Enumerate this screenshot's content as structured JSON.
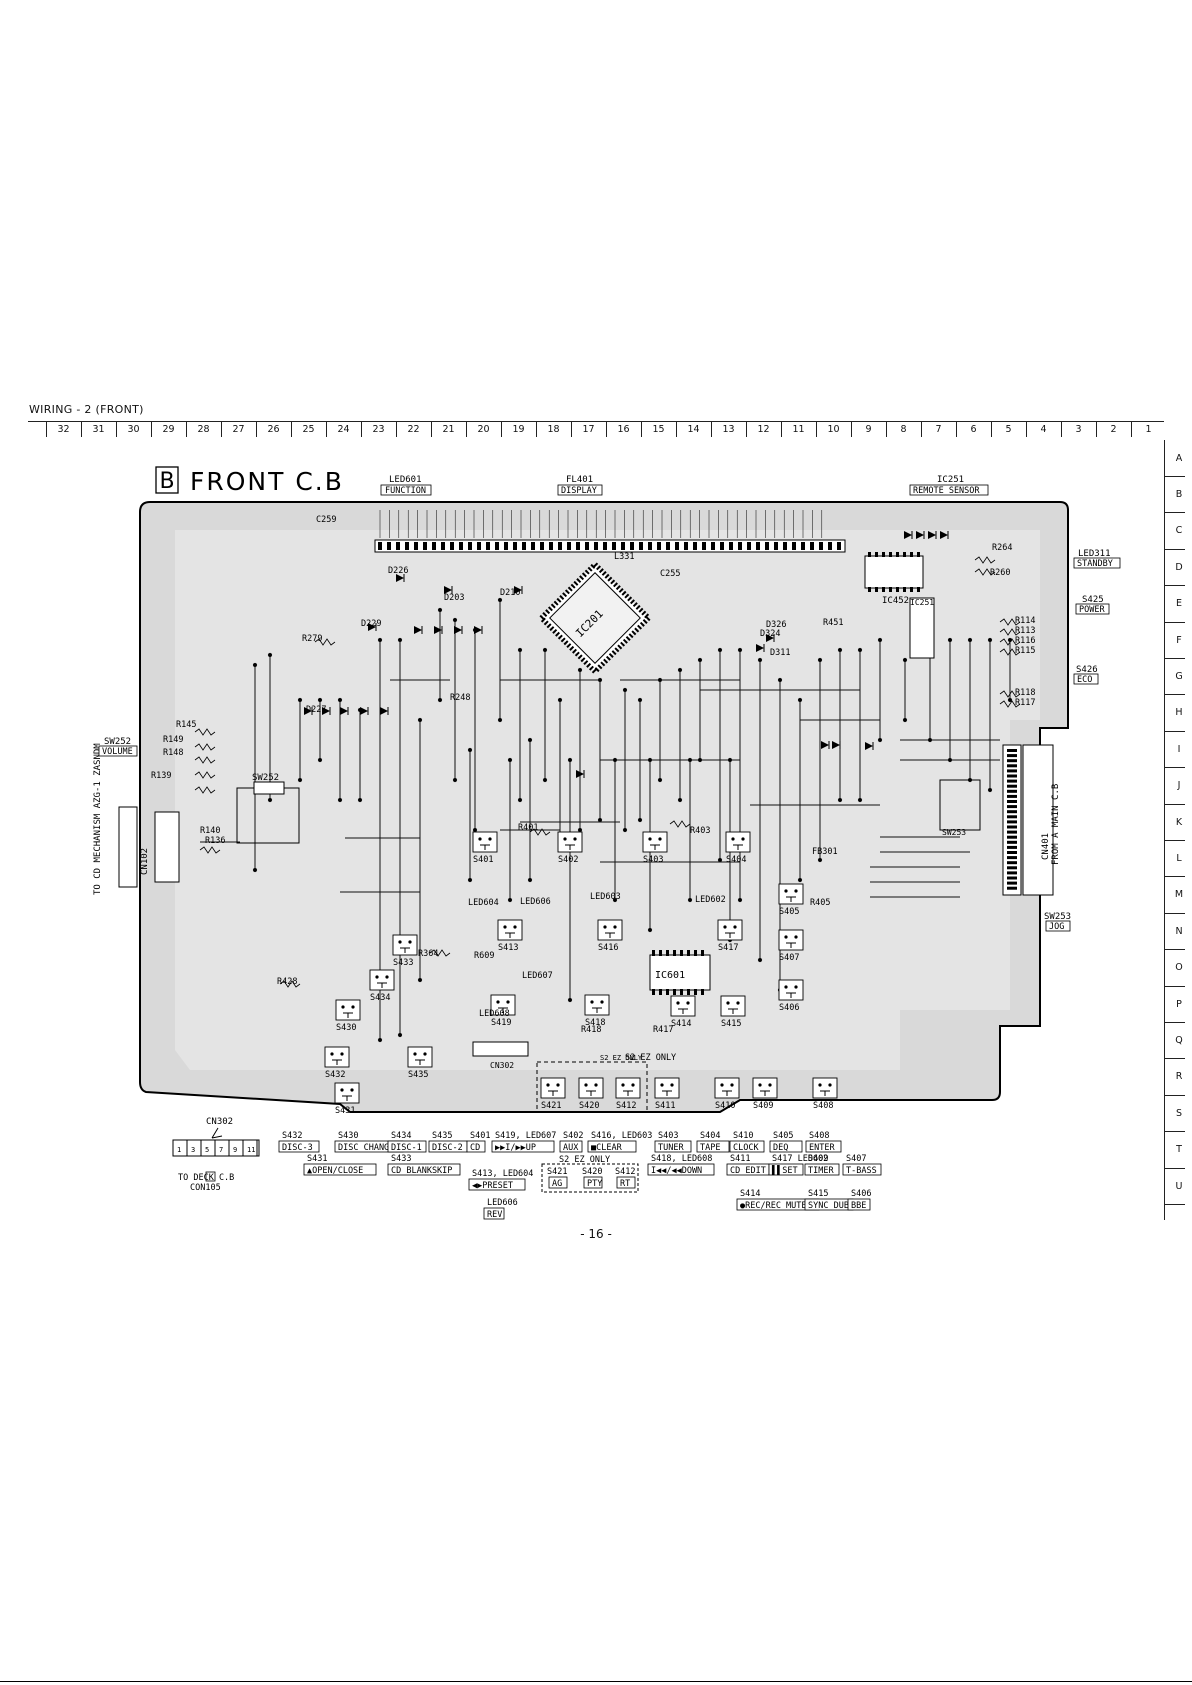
{
  "page": {
    "title": "WIRING - 2 (FRONT)",
    "page_number": "- 16 -"
  },
  "ruler_columns": [
    "32",
    "31",
    "30",
    "29",
    "28",
    "27",
    "26",
    "25",
    "24",
    "23",
    "22",
    "21",
    "20",
    "19",
    "18",
    "17",
    "16",
    "15",
    "14",
    "13",
    "12",
    "11",
    "10",
    "9",
    "8",
    "7",
    "6",
    "5",
    "4",
    "3",
    "2",
    "1"
  ],
  "ruler_rows": [
    "A",
    "B",
    "C",
    "D",
    "E",
    "F",
    "G",
    "H",
    "I",
    "J",
    "K",
    "L",
    "M",
    "N",
    "O",
    "P",
    "Q",
    "R",
    "S",
    "T",
    "U"
  ],
  "board": {
    "letter": "B",
    "title": "FRONT C.B"
  },
  "top_labels": [
    {
      "ref": "LED601",
      "name": "FUNCTION"
    },
    {
      "ref": "FL401",
      "name": "DISPLAY"
    },
    {
      "ref": "IC251",
      "name": "REMOTE SENSOR"
    }
  ],
  "right_labels": [
    {
      "ref": "LED311",
      "name": "STANDBY"
    },
    {
      "ref": "S425",
      "name": "POWER"
    },
    {
      "ref": "S426",
      "name": "ECO"
    },
    {
      "ref": "SW253",
      "name": "JOG"
    }
  ],
  "left_labels": {
    "sw252": {
      "ref": "SW252",
      "name": "VOLUME"
    },
    "cd_mech": "TO CD MECHANISM AZG-1 ZASNDM",
    "cn102": "CN102"
  },
  "main_connector": {
    "ref": "CN401",
    "text": "FROM A MAIN C.B"
  },
  "deck_connector": {
    "ref": "CN302",
    "text": "TO DECK C.B",
    "sub": "CON105",
    "board_letter": "D"
  },
  "ic_labels": [
    "IC201",
    "IC452",
    "IC601",
    "IC251"
  ],
  "component_labels": [
    "C259",
    "D226",
    "D229",
    "R279",
    "L331",
    "C255",
    "R403",
    "R401",
    "FB301",
    "LED603",
    "LED602",
    "LED604",
    "LED606",
    "LED607",
    "LED608",
    "R418",
    "R417",
    "R428",
    "R364",
    "R609",
    "D227",
    "R248",
    "R145",
    "R149",
    "R148",
    "R139",
    "R140",
    "R136",
    "D203",
    "D210",
    "R451",
    "R264",
    "R260",
    "R114",
    "R113",
    "R116",
    "R115",
    "R118",
    "R117",
    "D324",
    "D311",
    "D326",
    "R405",
    "S2 EZ ONLY"
  ],
  "switches_on_board": [
    "S401",
    "S402",
    "S403",
    "S404",
    "S405",
    "S407",
    "S406",
    "S408",
    "S409",
    "S410",
    "S411",
    "S412",
    "S420",
    "S421",
    "S430",
    "S431",
    "S432",
    "S433",
    "S434",
    "S435",
    "S413",
    "S416",
    "S417",
    "S419",
    "S414",
    "S415",
    "S418"
  ],
  "legend": {
    "row1": [
      {
        "ref": "S432",
        "label": "DISC-3"
      },
      {
        "ref": "S430",
        "label": "DISC CHANGE"
      },
      {
        "ref": "S434",
        "label": "DISC-1"
      },
      {
        "ref": "S435",
        "label": "DISC-2"
      },
      {
        "ref": "S401",
        "label": "CD"
      },
      {
        "ref": "S419, LED607",
        "label": "▶▶I/▶▶UP"
      },
      {
        "ref": "S402",
        "label": "AUX"
      },
      {
        "ref": "S416, LED603",
        "label": "■CLEAR"
      },
      {
        "ref": "S403",
        "label": "TUNER"
      },
      {
        "ref": "S404",
        "label": "TAPE"
      },
      {
        "ref": "S410",
        "label": "CLOCK"
      },
      {
        "ref": "S405",
        "label": "DEQ"
      },
      {
        "ref": "S408",
        "label": "ENTER"
      }
    ],
    "row2": [
      {
        "ref": "S431",
        "label": "▲OPEN/CLOSE"
      },
      {
        "ref": "S433",
        "label": "CD BLANKSKIP"
      },
      {
        "ref": "S418, LED608",
        "label": "I◀◀/◀◀DOWN"
      },
      {
        "ref": "S411",
        "label": "CD EDIT"
      },
      {
        "ref": "S417 LED602",
        "label": "▌▌SET"
      },
      {
        "ref": "S409",
        "label": "TIMER"
      },
      {
        "ref": "S407",
        "label": "T-BASS"
      }
    ],
    "ez_title": "S2 EZ ONLY",
    "ez": [
      {
        "ref": "S421",
        "label": "AG"
      },
      {
        "ref": "S420",
        "label": "PTY"
      },
      {
        "ref": "S412",
        "label": "RT"
      }
    ],
    "preset": {
      "ref": "S413, LED604",
      "label": "◀▶PRESET"
    },
    "rev": {
      "ref": "LED606",
      "label": "REV"
    },
    "row3": [
      {
        "ref": "S414",
        "label": "●REC/REC MUTE"
      },
      {
        "ref": "S415",
        "label": "SYNC DUB"
      },
      {
        "ref": "S406",
        "label": "BBE"
      }
    ]
  },
  "cn302_pins": [
    "1",
    "3",
    "5",
    "7",
    "9",
    "11"
  ]
}
